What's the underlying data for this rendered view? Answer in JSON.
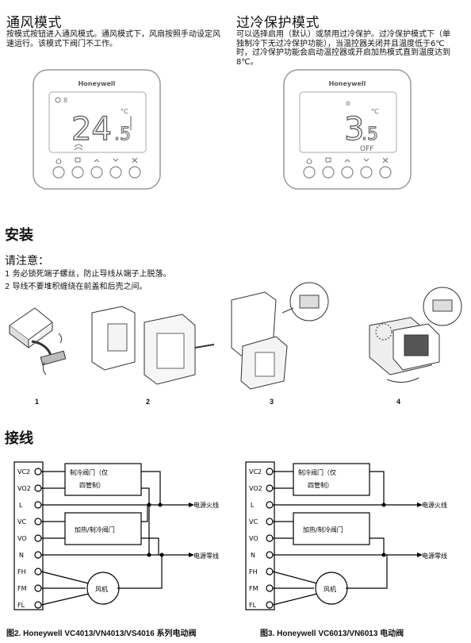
{
  "fan_mode": {
    "title": "通风模式",
    "lines": [
      "按模式按钮进入通风模式。通风模式下，风扇按照手动设定风",
      "速运行。该模式下阀门不工作。"
    ]
  },
  "overcool": {
    "title": "过冷保护模式",
    "lines": [
      "可以选择启用（默认）或禁用过冷保护。过冷保护模式下（单",
      "独制冷下无过冷保护功能），当温控器关闭并且温度低于6℃",
      "时，过冷保护功能会启动温控器或开启加热模式直到温度达到",
      "8℃。"
    ]
  },
  "thermostat1": {
    "brand": "Honeywell",
    "temp_main": "24",
    "temp_dec": ".5",
    "unit": "°C"
  },
  "thermostat2": {
    "brand": "Honeywell",
    "temp_main": "3",
    "temp_dec": ".5",
    "unit": "°C",
    "status": "OFF"
  },
  "install": {
    "title": "安装",
    "notice": "请注意：",
    "items": [
      "1  务必锁死端子螺丝，防止导线从端子上脱落。",
      "2  导线不要堆积缠绕在前盖和后壳之间。"
    ],
    "steps": [
      "1",
      "2",
      "3",
      "4"
    ]
  },
  "wiring": {
    "title": "接线",
    "terminals": [
      "VC2",
      "VO2",
      "L",
      "VC",
      "VO",
      "N",
      "FH",
      "FM",
      "FL"
    ],
    "valve_cool_1": "制冷阀门（仅",
    "valve_cool_2": "四管制）",
    "valve_heat": "加热/制冷阀门",
    "live": "电源火线",
    "neutral": "电源零线",
    "fan": "风机",
    "caption1": "图2. Honeywell VC4013/VN4013/VS4016 系列电动阀",
    "caption2": "图3. Honeywell VC6013/VN6013 电动阀"
  }
}
